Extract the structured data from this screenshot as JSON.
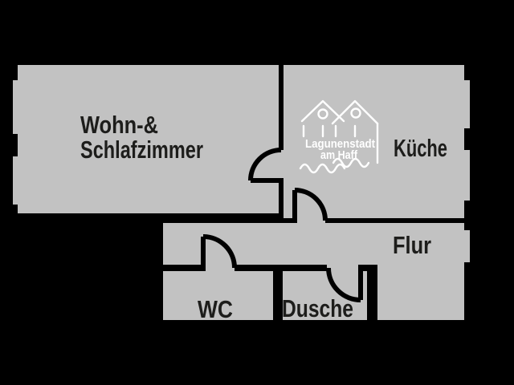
{
  "floorplan": {
    "colors": {
      "background": "#000000",
      "room_fill": "#c2c2c2",
      "wall": "#000000",
      "label_text": "#1d1d1b",
      "logo": "#ffffff"
    },
    "rooms": {
      "living": {
        "name_line1": "Wohn-&",
        "name_line2": "Schlafzimmer"
      },
      "kitchen": {
        "name": "Küche"
      },
      "hallway": {
        "name": "Flur"
      },
      "wc": {
        "name": "WC"
      },
      "shower": {
        "name": "Dusche"
      }
    },
    "logo": {
      "line1": "Lagunenstadt",
      "line2": "am Haff"
    }
  }
}
